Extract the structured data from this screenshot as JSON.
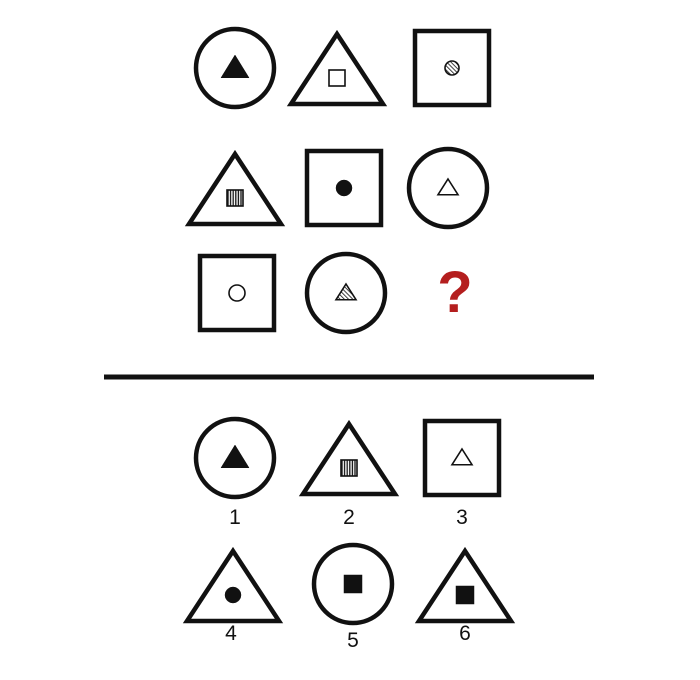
{
  "puzzle": {
    "grid": [
      [
        {
          "outer": "circle",
          "inner": "triangle",
          "fill": "solid"
        },
        {
          "outer": "triangle",
          "inner": "square",
          "fill": "outline"
        },
        {
          "outer": "square",
          "inner": "circle",
          "fill": "hatched"
        }
      ],
      [
        {
          "outer": "triangle",
          "inner": "square",
          "fill": "vertical-lines"
        },
        {
          "outer": "square",
          "inner": "circle",
          "fill": "solid"
        },
        {
          "outer": "circle",
          "inner": "triangle",
          "fill": "outline"
        }
      ],
      [
        {
          "outer": "square",
          "inner": "circle",
          "fill": "outline"
        },
        {
          "outer": "circle",
          "inner": "triangle",
          "fill": "hatched"
        },
        {
          "missing": true
        }
      ]
    ],
    "missing_symbol": "?",
    "missing_color": "#b41e1e"
  },
  "options": [
    {
      "number": "1",
      "outer": "circle",
      "inner": "triangle",
      "fill": "solid"
    },
    {
      "number": "2",
      "outer": "triangle",
      "inner": "square",
      "fill": "vertical-lines"
    },
    {
      "number": "3",
      "outer": "square",
      "inner": "triangle",
      "fill": "outline"
    },
    {
      "number": "4",
      "outer": "triangle",
      "inner": "circle",
      "fill": "solid"
    },
    {
      "number": "5",
      "outer": "circle",
      "inner": "square",
      "fill": "solid"
    },
    {
      "number": "6",
      "outer": "triangle",
      "inner": "square",
      "fill": "solid"
    }
  ]
}
